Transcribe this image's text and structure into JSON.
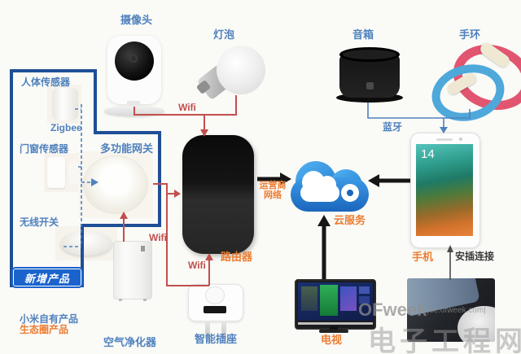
{
  "labels": {
    "camera": "摄像头",
    "bulb": "灯泡",
    "speaker": "音箱",
    "band": "手环",
    "body_sensor": "人体传感器",
    "zigbee": "Zigbee",
    "door_sensor": "门窗传感器",
    "wireless_switch": "无线开关",
    "new_products": "新增产品",
    "gateway": "多功能网关",
    "air_purifier": "空气净化器",
    "router": "路由器",
    "smart_socket": "智能插座",
    "wifi": "Wifi",
    "bluetooth": "蓝牙",
    "cloud_service": "云服务",
    "carrier_line1": "运营商",
    "carrier_line2": "网络",
    "phone": "手机",
    "plug_connection": "安插连接",
    "tv": "电视",
    "own_products": "小米自有产品",
    "eco_products": "生态圈产品"
  },
  "phone_screen": {
    "time": "14"
  },
  "watermark": {
    "brand": "OFweek",
    "site": "|ee.ofweek.com|",
    "cn_name": "电子工程网"
  },
  "colors": {
    "blue_label": "#4f81bd",
    "orange_label": "#ed7d31",
    "red_wifi": "#c0504d",
    "box_border": "#1f4e96",
    "badge_blue": "#1a63cc",
    "cloud_blue": "#1a66bd"
  }
}
